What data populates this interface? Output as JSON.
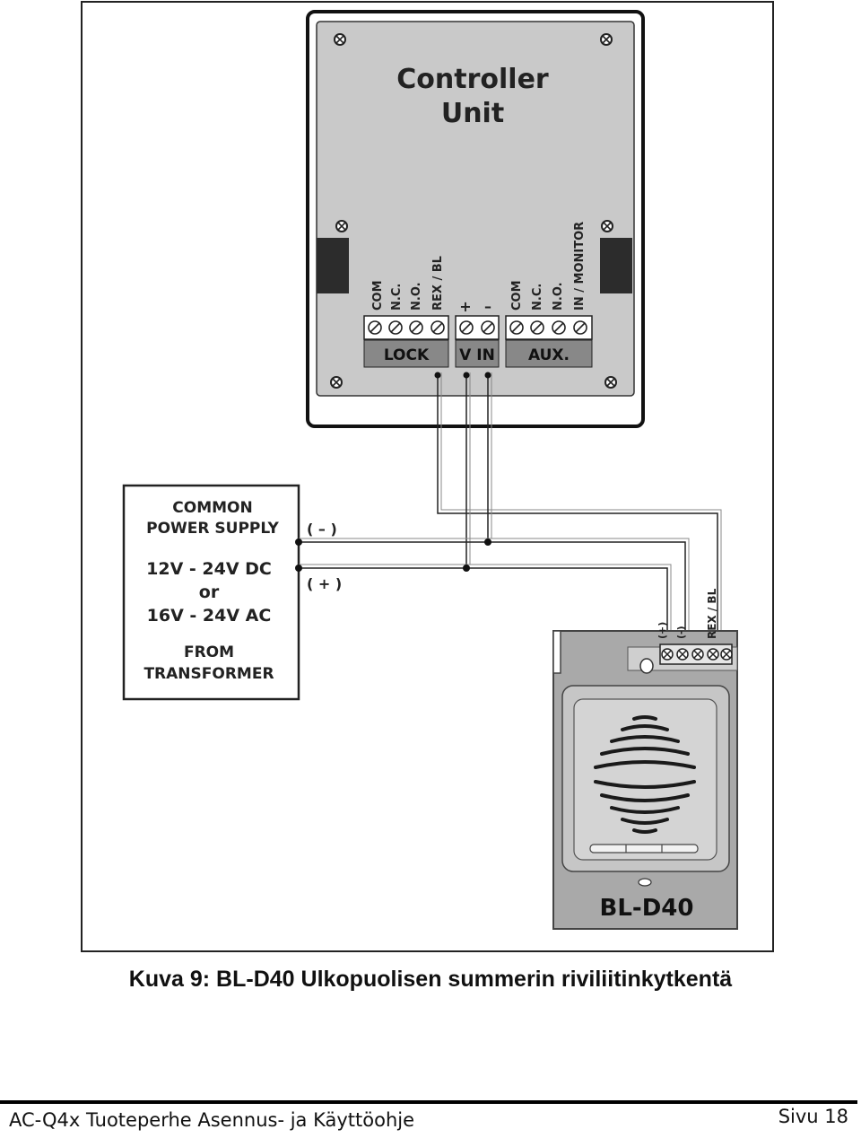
{
  "controller": {
    "title_line1": "Controller",
    "title_line2": "Unit",
    "lock_terminals": [
      "COM",
      "N.C.",
      "N.O.",
      "REX / BL"
    ],
    "vin_terminals": [
      "+",
      "–"
    ],
    "aux_terminals": [
      "COM",
      "N.C.",
      "N.O.",
      "IN / MONITOR"
    ],
    "lock_label": "LOCK",
    "vin_label": "V IN",
    "aux_label": "AUX."
  },
  "power_supply": {
    "line1": "COMMON",
    "line2": "POWER SUPPLY",
    "line3": "12V - 24V DC",
    "line4": "or",
    "line5": "16V - 24V AC",
    "line6": "FROM",
    "line7": "TRANSFORMER",
    "neg_label": "( – )",
    "pos_label": "( + )"
  },
  "reader": {
    "terminal_plus": "(+)",
    "terminal_minus": "(-)",
    "terminal_rex": "REX / BL",
    "model": "BL-D40"
  },
  "caption": "Kuva 9: BL-D40 Ulkopuolisen summerin riviliitinkytkentä",
  "footer": {
    "left": "AC-Q4x Tuoteperhe Asennus- ja Käyttöohje",
    "right": "Sivu 18"
  }
}
